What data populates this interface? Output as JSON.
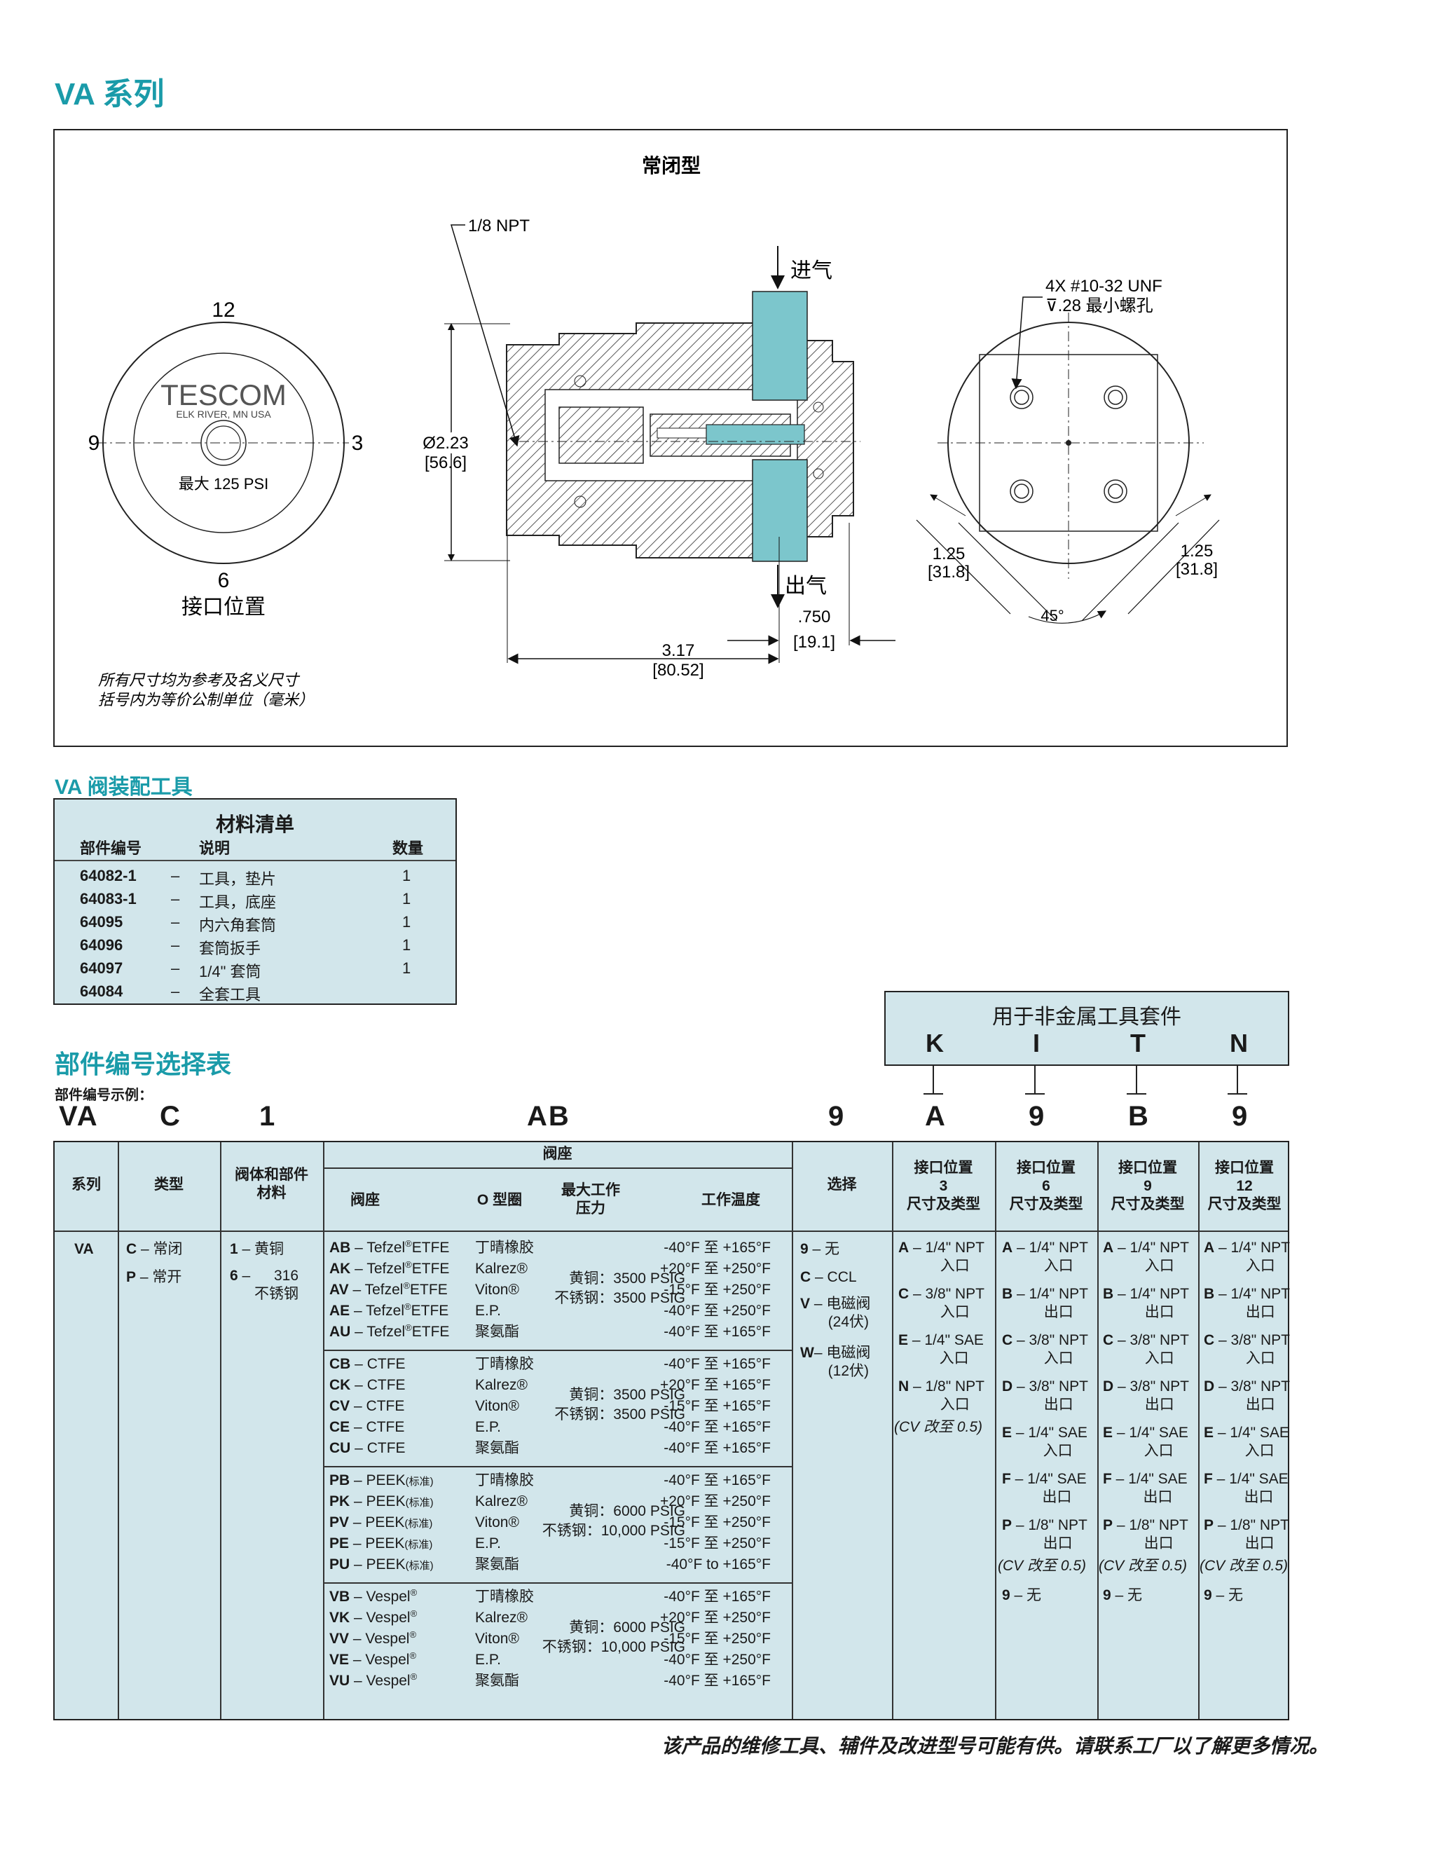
{
  "header": {
    "title": "VA 系列"
  },
  "drawing": {
    "title": "常闭型",
    "left_view": {
      "brand": "TESCOM",
      "brand_sub": "ELK RIVER, MN USA",
      "max_pressure": "最大  125 PSI",
      "pos_12": "12",
      "pos_9": "9",
      "pos_3": "3",
      "pos_6": "6",
      "port_label": "接口位置"
    },
    "section_view": {
      "npt": "1/8 NPT",
      "inlet": "进气",
      "outlet": "出气",
      "dia": "Ø2.23",
      "dia_mm": "[56.6]",
      "len": "3.17",
      "len_mm": "[80.52]",
      "offset": ".750",
      "offset_mm": "[19.1]"
    },
    "right_view": {
      "thread": "4X #10-32 UNF",
      "depth": "⊽.28  最小螺孔",
      "dim_left": "1.25",
      "dim_left_mm": "[31.8]",
      "dim_right": "1.25",
      "dim_right_mm": "[31.8]",
      "angle": "45°"
    },
    "note_1": "所有尺寸均为参考及名义尺寸",
    "note_2": "括号内为等价公制单位（毫米）"
  },
  "tools": {
    "heading": "VA 阀装配工具",
    "table_title": "材料清单",
    "col_part": "部件编号",
    "col_desc": "说明",
    "col_qty": "数量",
    "rows": [
      {
        "part": "64082-1",
        "dash": "–",
        "desc": "工具，垫片",
        "qty": "1"
      },
      {
        "part": "64083-1",
        "dash": "–",
        "desc": "工具，底座",
        "qty": "1"
      },
      {
        "part": "64095",
        "dash": "–",
        "desc": "内六角套筒",
        "qty": "1"
      },
      {
        "part": "64096",
        "dash": "–",
        "desc": "套筒扳手",
        "qty": "1"
      },
      {
        "part": "64097",
        "dash": "–",
        "desc": "1/4\" 套筒",
        "qty": "1"
      },
      {
        "part": "64084",
        "dash": "–",
        "desc": "全套工具",
        "qty": ""
      }
    ]
  },
  "kit": {
    "title": "用于非金属工具套件",
    "letters": [
      "K",
      "I",
      "T",
      "N"
    ]
  },
  "selection": {
    "heading": "部件编号选择表",
    "example_label": "部件编号示例：",
    "example": [
      "VA",
      "C",
      "1",
      "AB",
      "9",
      "A",
      "9",
      "B",
      "9"
    ],
    "headers": {
      "series": "系列",
      "type": "类型",
      "body": "阀体和部件\n材料",
      "seat_group": "阀座",
      "seat": "阀座",
      "oring": "O 型圈",
      "pressure": "最大工作\n压力",
      "temp": "工作温度",
      "option": "选择",
      "p3": "接口位置\n3\n尺寸及类型",
      "p6": "接口位置\n6\n尺寸及类型",
      "p9": "接口位置\n9\n尺寸及类型",
      "p12": "接口位置\n12\n尺寸及类型"
    },
    "series": "VA",
    "types": [
      {
        "code": "C",
        "text": "常闭"
      },
      {
        "code": "P",
        "text": "常开"
      }
    ],
    "bodies": [
      {
        "code": "1",
        "text": "黄铜"
      },
      {
        "code": "6",
        "text": "316\n不锈钢"
      }
    ],
    "seat_groups": [
      {
        "rows": [
          {
            "code": "AB",
            "mat": "Tefzel",
            "mat2": "ETFE",
            "oring": "丁晴橡胶",
            "reg": "®",
            "temp": "-40°F 至 +165°F"
          },
          {
            "code": "AK",
            "mat": "Tefzel",
            "mat2": "ETFE",
            "oring": "Kalrez®",
            "reg": "®",
            "temp": "+20°F 至 +250°F"
          },
          {
            "code": "AV",
            "mat": "Tefzel",
            "mat2": "ETFE",
            "oring": "Viton®",
            "reg": "®",
            "temp": "-15°F 至 +250°F"
          },
          {
            "code": "AE",
            "mat": "Tefzel",
            "mat2": "ETFE",
            "oring": "E.P.",
            "reg": "®",
            "temp": "-40°F 至 +250°F"
          },
          {
            "code": "AU",
            "mat": "Tefzel",
            "mat2": "ETFE",
            "oring": "聚氨酯",
            "reg": "®",
            "temp": "-40°F 至 +165°F"
          }
        ],
        "pressure": [
          "黄铜：3500 PSIG",
          "不锈钢：3500 PSIG"
        ]
      },
      {
        "rows": [
          {
            "code": "CB",
            "mat": "CTFE",
            "mat2": "",
            "oring": "丁晴橡胶",
            "reg": "",
            "temp": "-40°F 至 +165°F"
          },
          {
            "code": "CK",
            "mat": "CTFE",
            "mat2": "",
            "oring": "Kalrez®",
            "reg": "",
            "temp": "+20°F 至 +165°F"
          },
          {
            "code": "CV",
            "mat": "CTFE",
            "mat2": "",
            "oring": "Viton®",
            "reg": "",
            "temp": "-15°F 至 +165°F"
          },
          {
            "code": "CE",
            "mat": "CTFE",
            "mat2": "",
            "oring": "E.P.",
            "reg": "",
            "temp": "-40°F 至 +165°F"
          },
          {
            "code": "CU",
            "mat": "CTFE",
            "mat2": "",
            "oring": "聚氨酯",
            "reg": "",
            "temp": "-40°F 至 +165°F"
          }
        ],
        "pressure": [
          "黄铜：3500 PSIG",
          "不锈钢：3500 PSIG"
        ]
      },
      {
        "rows": [
          {
            "code": "PB",
            "mat": "PEEK",
            "mat2": "(标准)",
            "oring": "丁晴橡胶",
            "reg": "",
            "temp": "-40°F 至 +165°F"
          },
          {
            "code": "PK",
            "mat": "PEEK",
            "mat2": "(标准)",
            "oring": "Kalrez®",
            "reg": "",
            "temp": "+20°F 至 +250°F"
          },
          {
            "code": "PV",
            "mat": "PEEK",
            "mat2": "(标准)",
            "oring": "Viton®",
            "reg": "",
            "temp": "-15°F 至 +250°F"
          },
          {
            "code": "PE",
            "mat": "PEEK",
            "mat2": "(标准)",
            "oring": "E.P.",
            "reg": "",
            "temp": "-15°F 至 +250°F"
          },
          {
            "code": "PU",
            "mat": "PEEK",
            "mat2": "(标准)",
            "oring": "聚氨酯",
            "reg": "",
            "temp": "-40°F to +165°F"
          }
        ],
        "pressure": [
          "黄铜：6000 PSIG",
          "不锈钢：10,000 PSIG"
        ]
      },
      {
        "rows": [
          {
            "code": "VB",
            "mat": "Vespel",
            "mat2": "",
            "oring": "丁晴橡胶",
            "reg": "®",
            "temp": "-40°F 至 +165°F"
          },
          {
            "code": "VK",
            "mat": "Vespel",
            "mat2": "",
            "oring": "Kalrez®",
            "reg": "®",
            "temp": "+20°F 至 +250°F"
          },
          {
            "code": "VV",
            "mat": "Vespel",
            "mat2": "",
            "oring": "Viton®",
            "reg": "®",
            "temp": "-15°F 至 +250°F"
          },
          {
            "code": "VE",
            "mat": "Vespel",
            "mat2": "",
            "oring": "E.P.",
            "reg": "®",
            "temp": "-40°F 至 +250°F"
          },
          {
            "code": "VU",
            "mat": "Vespel",
            "mat2": "",
            "oring": "聚氨酯",
            "reg": "®",
            "temp": "-40°F 至 +165°F"
          }
        ],
        "pressure": [
          "黄铜：6000 PSIG",
          "不锈钢：10,000 PSIG"
        ]
      }
    ],
    "options": [
      {
        "code": "9",
        "text": "无"
      },
      {
        "code": "C",
        "text": "CCL"
      },
      {
        "code": "V",
        "text": "电磁阀\n(24伏)"
      },
      {
        "code": "W",
        "text": "电磁阀\n(12伏)"
      }
    ],
    "port3": [
      {
        "code": "A",
        "text": "1/4\" NPT\n入口"
      },
      {
        "code": "C",
        "text": "3/8\" NPT\n入口"
      },
      {
        "code": "E",
        "text": "1/4\" SAE\n入口"
      },
      {
        "code": "N",
        "text": "1/8\" NPT\n入口"
      }
    ],
    "port3_note": "(CV 改至 0.5)",
    "port_other": [
      {
        "code": "A",
        "text": "1/4\" NPT\n入口"
      },
      {
        "code": "B",
        "text": "1/4\" NPT\n出口"
      },
      {
        "code": "C",
        "text": "3/8\" NPT\n入口"
      },
      {
        "code": "D",
        "text": "3/8\" NPT\n出口"
      },
      {
        "code": "E",
        "text": "1/4\" SAE\n入口"
      },
      {
        "code": "F",
        "text": "1/4\" SAE\n出口"
      },
      {
        "code": "P",
        "text": "1/8\" NPT\n出口"
      }
    ],
    "port_other_note": "(CV 改至 0.5)",
    "port_none": {
      "code": "9",
      "text": "无"
    }
  },
  "footer": "该产品的维修工具、辅件及改进型号可能有供。请联系工厂以了解更多情况。"
}
